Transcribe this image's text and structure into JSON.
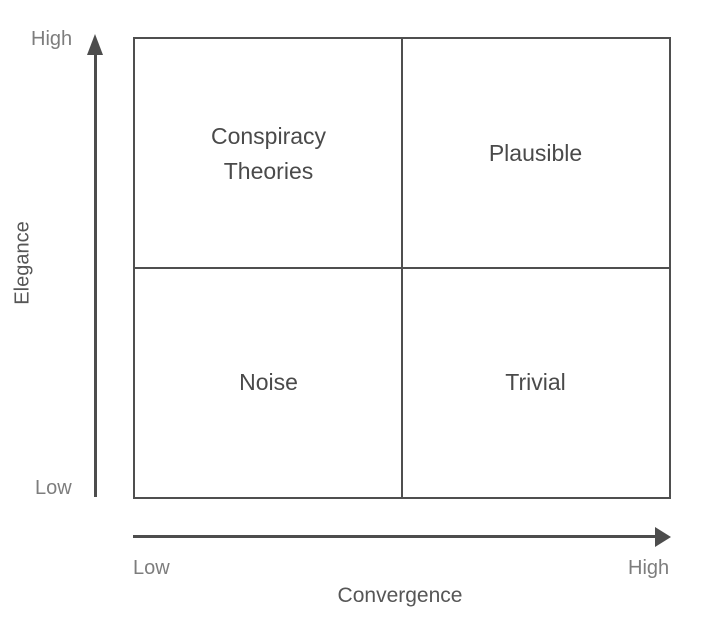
{
  "diagram": {
    "type": "quadrant-matrix",
    "x_axis": {
      "title": "Convergence",
      "low_label": "Low",
      "high_label": "High"
    },
    "y_axis": {
      "title": "Elegance",
      "low_label": "Low",
      "high_label": "High"
    },
    "quadrants": {
      "top_left": "Conspiracy Theories",
      "top_right": "Plausible",
      "bottom_left": "Noise",
      "bottom_right": "Trivial"
    },
    "colors": {
      "line": "#4d4d4d",
      "quadrant_text": "#4a4a4a",
      "axis_title_text": "#565656",
      "tick_label_text": "#7d7d7d",
      "background": "#ffffff"
    }
  }
}
